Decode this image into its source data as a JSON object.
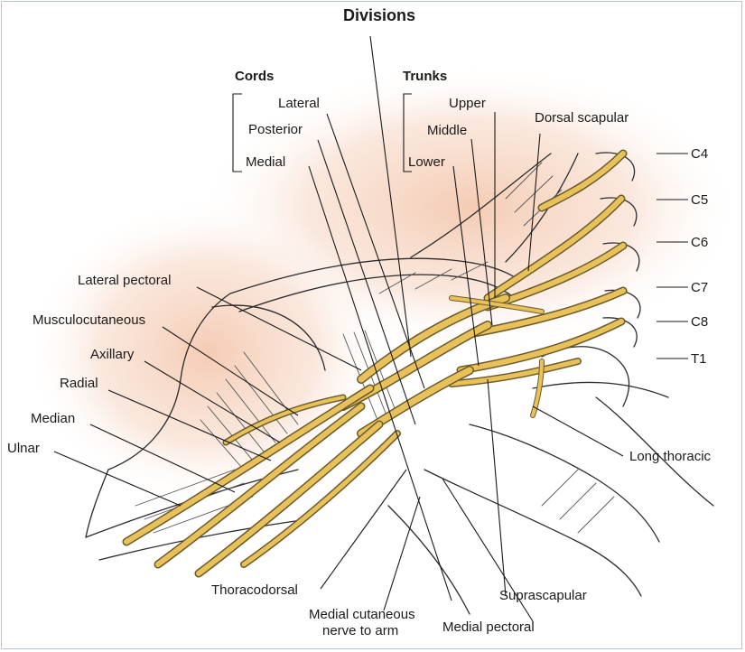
{
  "title": "Divisions",
  "groups": {
    "cords": {
      "heading": "Cords",
      "items": [
        "Lateral",
        "Posterior",
        "Medial"
      ]
    },
    "trunks": {
      "heading": "Trunks",
      "items": [
        "Upper",
        "Middle",
        "Lower"
      ]
    }
  },
  "roots": [
    "C4",
    "C5",
    "C6",
    "C7",
    "C8",
    "T1"
  ],
  "branches": {
    "dorsal_scapular": "Dorsal scapular",
    "lateral_pectoral": "Lateral pectoral",
    "musculocutaneous": "Musculocutaneous",
    "axillary": "Axillary",
    "radial": "Radial",
    "median": "Median",
    "ulnar": "Ulnar",
    "long_thoracic": "Long thoracic",
    "thoracodorsal": "Thoracodorsal",
    "medial_cutaneous_line1": "Medial cutaneous",
    "medial_cutaneous_line2": "nerve to arm",
    "suprascapular": "Suprascapular",
    "medial_pectoral": "Medial pectoral"
  },
  "colors": {
    "nerve": "#e8c15a",
    "skin_glow": "#f4c9b0",
    "ink": "#2b2b2b"
  }
}
